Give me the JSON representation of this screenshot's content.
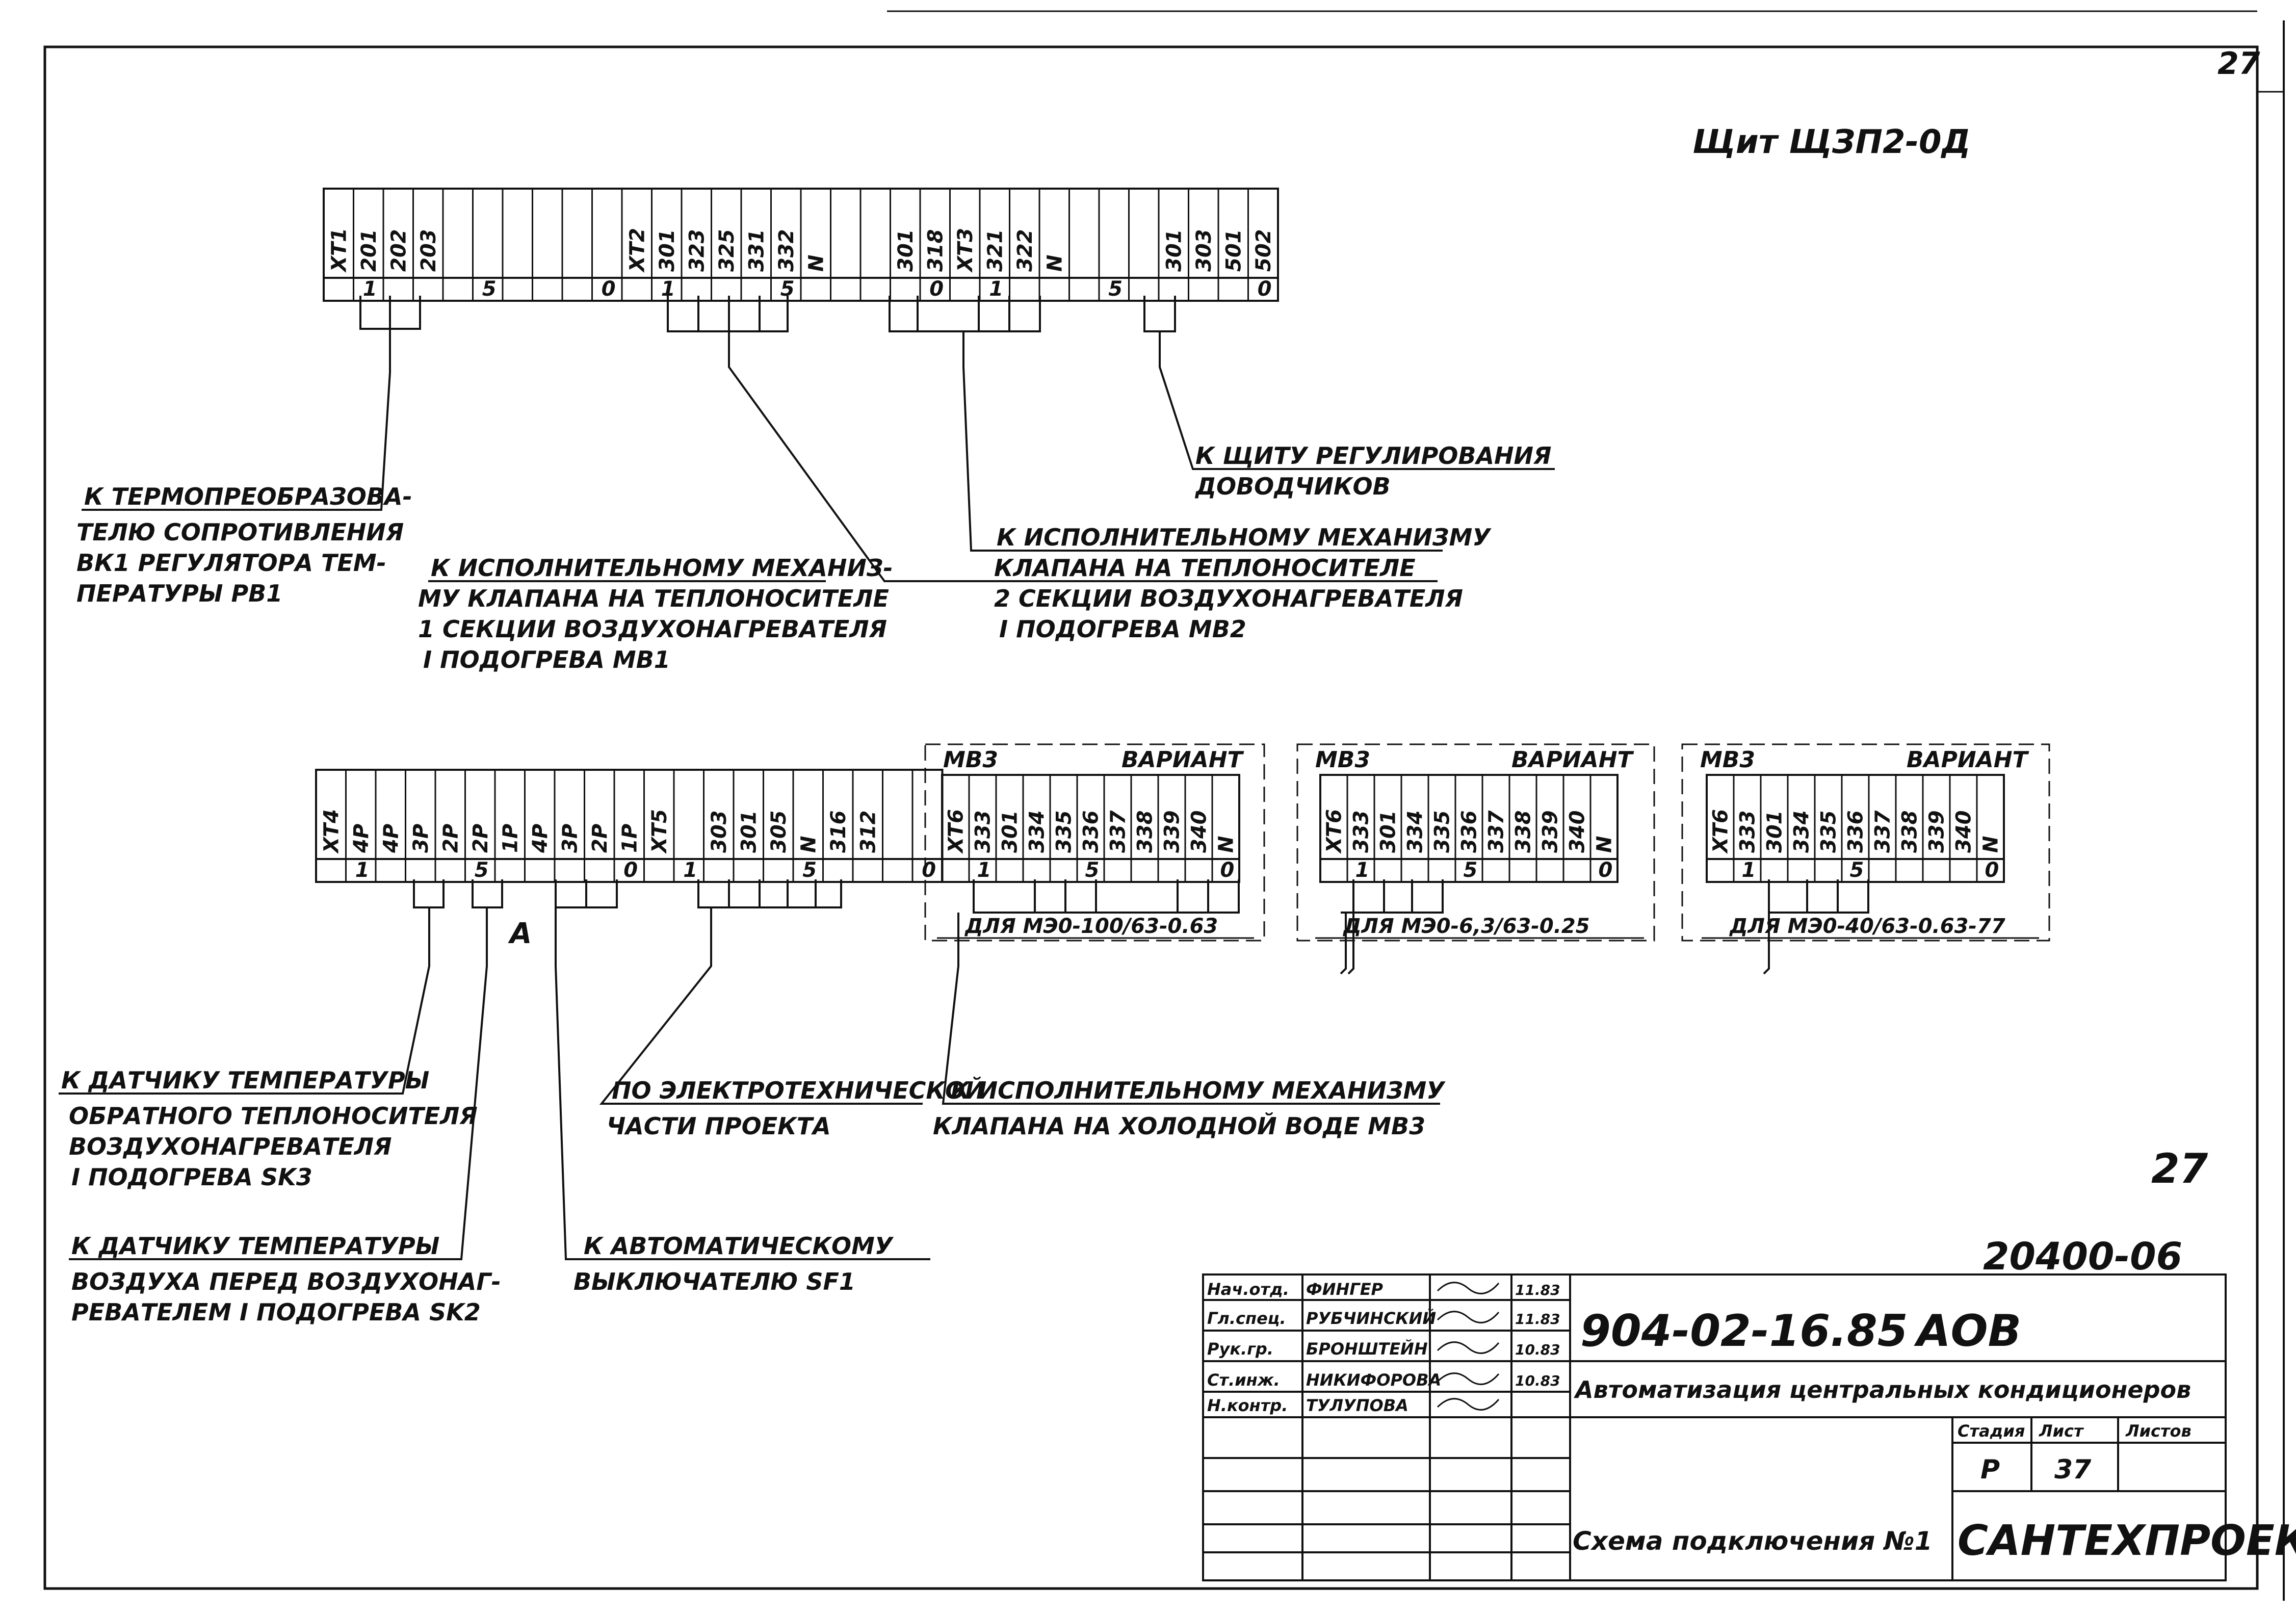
{
  "sheet_corner_number": "27",
  "panel_title": "Щит ЩЗП2-0Д",
  "strip_top": {
    "cells": [
      {
        "label": "XT1"
      },
      {
        "label": "201",
        "num": "1"
      },
      {
        "label": "202"
      },
      {
        "label": "203"
      },
      {
        "label": ""
      },
      {
        "label": "",
        "num": "5"
      },
      {
        "label": ""
      },
      {
        "label": ""
      },
      {
        "label": ""
      },
      {
        "label": "",
        "num": "0"
      },
      {
        "label": "XT2"
      },
      {
        "label": "301",
        "num": "1"
      },
      {
        "label": "323"
      },
      {
        "label": "325"
      },
      {
        "label": "331"
      },
      {
        "label": "332",
        "num": "5"
      },
      {
        "label": "N"
      },
      {
        "label": ""
      },
      {
        "label": ""
      },
      {
        "label": "301"
      },
      {
        "label": "318",
        "num": "0"
      },
      {
        "label": "XT3"
      },
      {
        "label": "321",
        "num": "1"
      },
      {
        "label": "322"
      },
      {
        "label": "N"
      },
      {
        "label": ""
      },
      {
        "label": "",
        "num": "5"
      },
      {
        "label": ""
      },
      {
        "label": "301"
      },
      {
        "label": "303"
      },
      {
        "label": "501"
      },
      {
        "label": "502",
        "num": "0"
      }
    ]
  },
  "strip_bottom": {
    "cells": [
      {
        "label": "XT4"
      },
      {
        "label": "4P",
        "num": "1"
      },
      {
        "label": "4P"
      },
      {
        "label": "3P"
      },
      {
        "label": "2P"
      },
      {
        "label": "2P",
        "num": "5"
      },
      {
        "label": "1P"
      },
      {
        "label": "4P"
      },
      {
        "label": "3P"
      },
      {
        "label": "2P"
      },
      {
        "label": "1P",
        "num": "0"
      },
      {
        "label": "XT5"
      },
      {
        "label": "",
        "num": "1"
      },
      {
        "label": "303"
      },
      {
        "label": "301"
      },
      {
        "label": "305"
      },
      {
        "label": "N",
        "num": "5"
      },
      {
        "label": "316"
      },
      {
        "label": "312"
      },
      {
        "label": ""
      },
      {
        "label": "",
        "num": "0"
      }
    ]
  },
  "variants": [
    {
      "title": "МВ3",
      "word": "ВАРИАНТ",
      "note": "ДЛЯ МЭ0-100/63-0.63",
      "cells": [
        {
          "label": "XT6"
        },
        {
          "label": "333",
          "num": "1"
        },
        {
          "label": "301"
        },
        {
          "label": "334"
        },
        {
          "label": "335"
        },
        {
          "label": "336",
          "num": "5"
        },
        {
          "label": "337"
        },
        {
          "label": "338"
        },
        {
          "label": "339"
        },
        {
          "label": "340"
        },
        {
          "label": "N",
          "num": "0"
        }
      ]
    },
    {
      "title": "МВ3",
      "word": "ВАРИАНТ",
      "note": "ДЛЯ МЭ0-6,3/63-0.25",
      "cells": [
        {
          "label": "XT6"
        },
        {
          "label": "333",
          "num": "1"
        },
        {
          "label": "301"
        },
        {
          "label": "334"
        },
        {
          "label": "335"
        },
        {
          "label": "336",
          "num": "5"
        },
        {
          "label": "337"
        },
        {
          "label": "338"
        },
        {
          "label": "339"
        },
        {
          "label": "340"
        },
        {
          "label": "N",
          "num": "0"
        }
      ]
    },
    {
      "title": "МВ3",
      "word": "ВАРИАНТ",
      "note": "ДЛЯ МЭ0-40/63-0.63-77",
      "cells": [
        {
          "label": "XT6"
        },
        {
          "label": "333",
          "num": "1"
        },
        {
          "label": "301"
        },
        {
          "label": "334"
        },
        {
          "label": "335"
        },
        {
          "label": "336",
          "num": "5"
        },
        {
          "label": "337"
        },
        {
          "label": "338"
        },
        {
          "label": "339"
        },
        {
          "label": "340"
        },
        {
          "label": "N",
          "num": "0"
        }
      ]
    }
  ],
  "callouts": {
    "c1": [
      "К ТЕРМОПРЕОБРАЗОВА-",
      "ТЕЛЮ СОПРОТИВЛЕНИЯ",
      "ВК1 РЕГУЛЯТОРА ТЕМ-",
      "ПЕРАТУРЫ РВ1"
    ],
    "c2": [
      "К ИСПОЛНИТЕЛЬНОМУ МЕХАНИЗ-",
      "МУ КЛАПАНА НА ТЕПЛОНОСИТЕЛЕ",
      "1 СЕКЦИИ ВОЗДУХОНАГРЕВАТЕЛЯ",
      "I ПОДОГРЕВА МВ1"
    ],
    "c3": [
      "К ИСПОЛНИТЕЛЬНОМУ МЕХАНИЗМУ",
      "КЛАПАНА НА ТЕПЛОНОСИТЕЛЕ",
      "2 СЕКЦИИ ВОЗДУХОНАГРЕВАТЕЛЯ",
      "I ПОДОГРЕВА МВ2"
    ],
    "c4": [
      "К ЩИТУ РЕГУЛИРОВАНИЯ",
      "ДОВОДЧИКОВ"
    ],
    "c5": [
      "К ДАТЧИКУ ТЕМПЕРАТУРЫ",
      "ОБРАТНОГО ТЕПЛОНОСИТЕЛЯ",
      "ВОЗДУХОНАГРЕВАТЕЛЯ",
      "I ПОДОГРЕВА SK3"
    ],
    "c6": [
      "ПО ЭЛЕКТРОТЕХНИЧЕСКОЙ",
      "ЧАСТИ ПРОЕКТА"
    ],
    "c7": [
      "К ИСПОЛНИТЕЛЬНОМУ МЕХАНИЗМУ",
      "КЛАПАНА НА ХОЛОДНОЙ ВОДЕ МВ3"
    ],
    "c8": [
      "К ДАТЧИКУ ТЕМПЕРАТУРЫ",
      "ВОЗДУХА ПЕРЕД ВОЗДУХОНАГ-",
      "РЕВАТЕЛЕМ I ПОДОГРЕВА SK2"
    ],
    "c9": [
      "К АВТОМАТИЧЕСКОМУ",
      "ВЫКЛЮЧАТЕЛЮ SF1"
    ],
    "breaker_mark": "A"
  },
  "handwritten_page": "27",
  "doc_number": "20400-06",
  "title_block": {
    "people": [
      {
        "role": "Нач.отд.",
        "name": "ФИНГЕР",
        "date": "11.83"
      },
      {
        "role": "Гл.спец.",
        "name": "РУБЧИНСКИЙ",
        "date": "11.83"
      },
      {
        "role": "Рук.гр.",
        "name": "БРОНШТЕЙН",
        "date": "10.83"
      },
      {
        "role": "Ст.инж.",
        "name": "НИКИФОРОВА",
        "date": "10.83"
      },
      {
        "role": "Н.контр.",
        "name": "ТУЛУПОВА",
        "date": ""
      }
    ],
    "project_code": "904-02-16.85",
    "mark": "АОВ",
    "project_title": "Автоматизация центральных кондиционеров",
    "stage_header": "Стадия",
    "sheet_header": "Лист",
    "sheets_header": "Листов",
    "stage": "Р",
    "sheet": "37",
    "sheets": "",
    "drawing_title": "Схема подключения №1",
    "org": "САНТЕХПРОЕКТ"
  }
}
